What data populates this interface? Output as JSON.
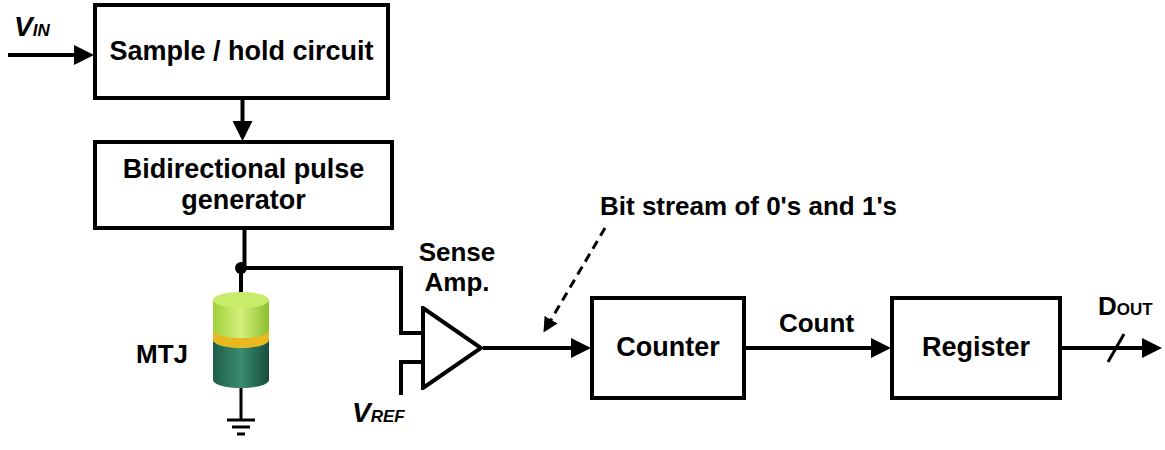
{
  "diagram": {
    "nodes": [
      {
        "text": [
          "Sample / hold circuit"
        ]
      },
      {
        "text": [
          "Bidirectional pulse generator"
        ]
      },
      {
        "text": [
          "Counter"
        ]
      },
      {
        "text": [
          "Register"
        ]
      },
      {
        "text": [
          "Sense Amp."
        ]
      }
    ],
    "edges": [
      {
        "from": 0,
        "to": 1,
        "arrow": "to"
      },
      {
        "from": 1,
        "to": 4,
        "arrow": "none"
      },
      {
        "from": 4,
        "to": 2,
        "arrow": "to"
      },
      {
        "from": 2,
        "to": 3,
        "label": "Count",
        "arrow": "to"
      }
    ],
    "labels": [
      "VIN",
      "MTJ",
      "VREF",
      "Bit stream of 0's and 1's",
      "DOUT"
    ]
  }
}
